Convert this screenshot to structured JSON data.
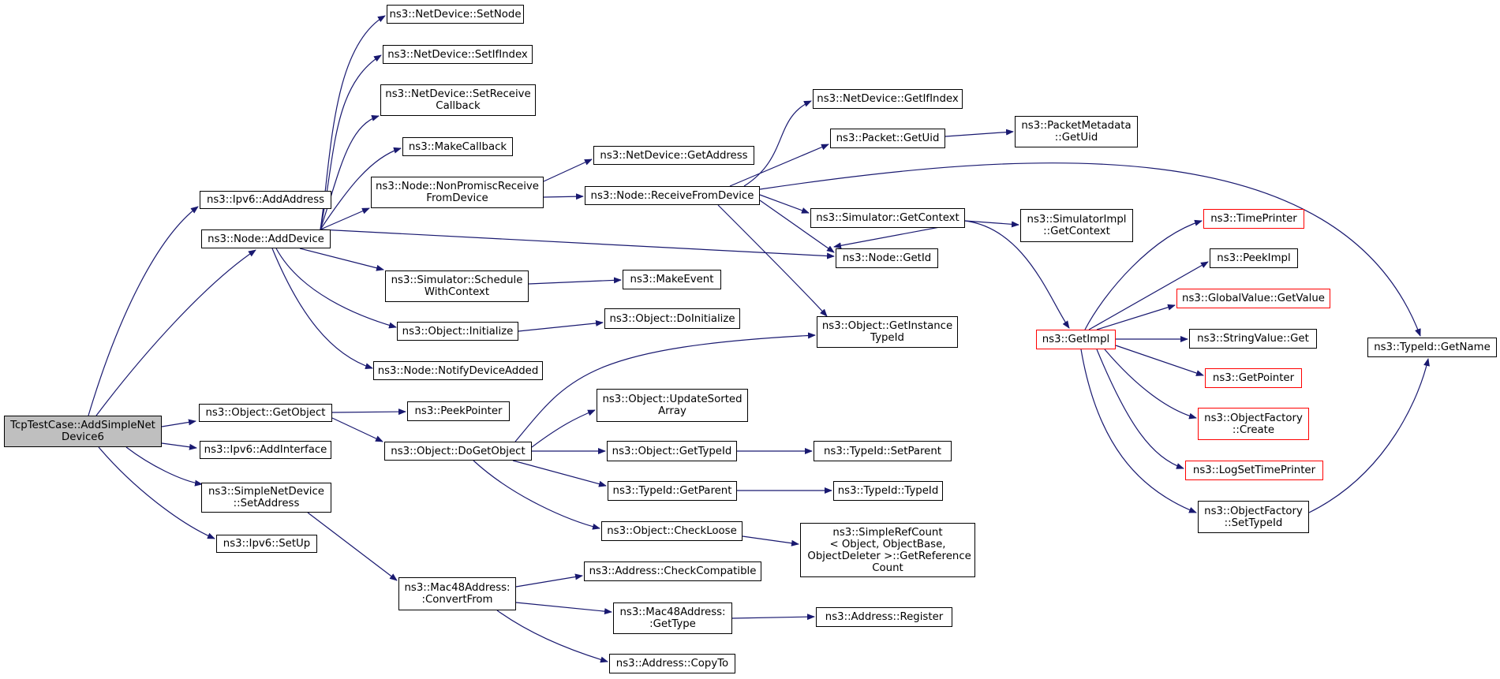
{
  "colors": {
    "edge": "#191970",
    "node_border": "#000000",
    "truncated_border": "#ff0000",
    "root_fill": "#bfbfbf"
  },
  "nodes": {
    "root": "TcpTestCase::AddSimpleNet\nDevice6",
    "ipv6_addaddress": "ns3::Ipv6::AddAddress",
    "node_adddevice": "ns3::Node::AddDevice",
    "object_getobject": "ns3::Object::GetObject",
    "ipv6_addinterface": "ns3::Ipv6::AddInterface",
    "simplenetdevice_setaddress": "ns3::SimpleNetDevice\n::SetAddress",
    "ipv6_setup": "ns3::Ipv6::SetUp",
    "netdevice_setnode": "ns3::NetDevice::SetNode",
    "netdevice_setifindex": "ns3::NetDevice::SetIfIndex",
    "netdevice_setreceivecallback": "ns3::NetDevice::SetReceive\nCallback",
    "makecallback": "ns3::MakeCallback",
    "node_nonpromisc": "ns3::Node::NonPromiscReceive\nFromDevice",
    "simulator_schedulewithcontext": "ns3::Simulator::Schedule\nWithContext",
    "object_initialize": "ns3::Object::Initialize",
    "node_notifydeviceadded": "ns3::Node::NotifyDeviceAdded",
    "peekpointer": "ns3::PeekPointer",
    "object_dogetobject": "ns3::Object::DoGetObject",
    "mac48_convertfrom": "ns3::Mac48Address:\n:ConvertFrom",
    "netdevice_getaddress": "ns3::NetDevice::GetAddress",
    "node_receivefromdevice": "ns3::Node::ReceiveFromDevice",
    "makeevent": "ns3::MakeEvent",
    "object_doinitialize": "ns3::Object::DoInitialize",
    "object_updatesortedarray": "ns3::Object::UpdateSorted\nArray",
    "object_gettypeid": "ns3::Object::GetTypeId",
    "typeid_getparent": "ns3::TypeId::GetParent",
    "object_checkloose": "ns3::Object::CheckLoose",
    "address_checkcompatible": "ns3::Address::CheckCompatible",
    "mac48_gettype": "ns3::Mac48Address:\n:GetType",
    "address_copyto": "ns3::Address::CopyTo",
    "netdevice_getifindex": "ns3::NetDevice::GetIfIndex",
    "packet_getuid": "ns3::Packet::GetUid",
    "simulator_getcontext": "ns3::Simulator::GetContext",
    "node_getid": "ns3::Node::GetId",
    "object_getinstancetypeid": "ns3::Object::GetInstance\nTypeId",
    "typeid_setparent": "ns3::TypeId::SetParent",
    "typeid_typeid": "ns3::TypeId::TypeId",
    "simplerefcount": "ns3::SimpleRefCount\n< Object, ObjectBase,\n ObjectDeleter >::GetReference\nCount",
    "address_register": "ns3::Address::Register",
    "packetmetadata_getuid": "ns3::PacketMetadata\n::GetUid",
    "simulatorimpl_getcontext": "ns3::SimulatorImpl\n::GetContext",
    "getimpl": "ns3::GetImpl",
    "timeprinter": "ns3::TimePrinter",
    "peekimpl": "ns3::PeekImpl",
    "globalvalue_getvalue": "ns3::GlobalValue::GetValue",
    "stringvalue_get": "ns3::StringValue::Get",
    "getpointer": "ns3::GetPointer",
    "objectfactory_create": "ns3::ObjectFactory\n::Create",
    "logsettimeprinter": "ns3::LogSetTimePrinter",
    "objectfactory_settypeid": "ns3::ObjectFactory\n::SetTypeId",
    "typeid_getname": "ns3::TypeId::GetName"
  }
}
